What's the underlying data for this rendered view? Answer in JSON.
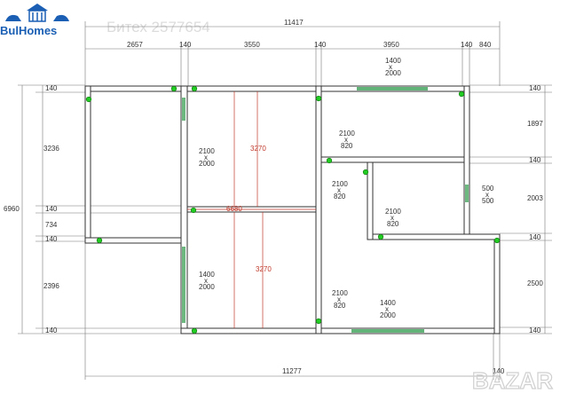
{
  "logo": {
    "text": "BulHomes",
    "icon": "house-with-bulls-icon"
  },
  "watermark_id": "Битех 2577654",
  "bazar_watermark": "BAZAR",
  "dimensions": {
    "top_total": "11417",
    "top_segments": [
      "2657",
      "140",
      "3550",
      "140",
      "3950",
      "140",
      "840"
    ],
    "bottom_total": "11277",
    "bottom_right": "140",
    "left_total": "6960",
    "left_segments": [
      "140",
      "3236",
      "140",
      "734",
      "140",
      "2396",
      "140"
    ],
    "right_segments": [
      "140",
      "1897",
      "140",
      "2003",
      "140",
      "2500",
      "140"
    ],
    "room_heights": [
      "3270",
      "3270"
    ],
    "interior_width": "6680"
  },
  "openings": {
    "top_window": {
      "w": "1400",
      "x": "x",
      "h": "2000"
    },
    "upper_room_door": {
      "w": "2100",
      "x": "x",
      "h": "820"
    },
    "hall_door": {
      "w": "2100",
      "x": "x",
      "h": "820"
    },
    "small_room_door": {
      "w": "2100",
      "x": "x",
      "h": "820"
    },
    "small_window": {
      "w": "500",
      "x": "x",
      "h": "500"
    },
    "left_upper_opening": {
      "w": "2100",
      "x": "x",
      "h": "2000"
    },
    "left_lower_window": {
      "w": "1400",
      "x": "x",
      "h": "2000"
    },
    "lower_door": {
      "w": "2100",
      "x": "x",
      "h": "820"
    },
    "bottom_window": {
      "w": "1400",
      "x": "x",
      "h": "2000"
    }
  },
  "colors": {
    "wall": "#333333",
    "window": "#2e9a4a",
    "marker": "#22cc22",
    "dim_line": "#777777",
    "red": "#c0392b"
  }
}
